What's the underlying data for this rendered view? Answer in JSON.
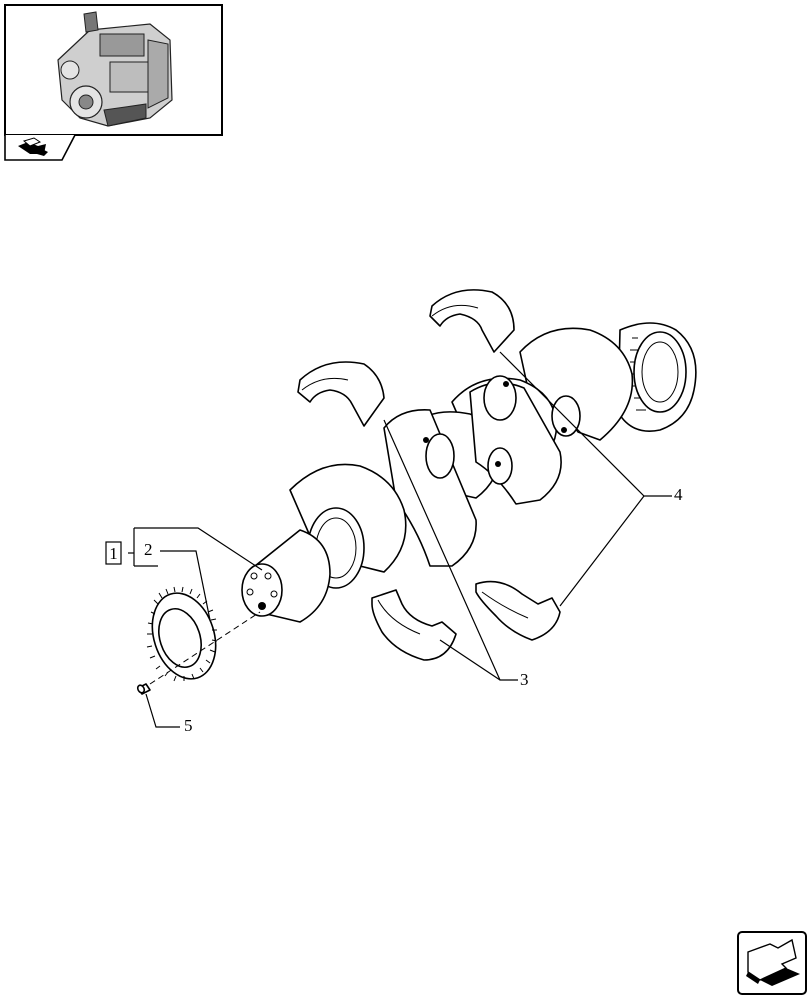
{
  "callouts": {
    "assembly": "1",
    "gear": "2",
    "main_bearings": "3",
    "rod_bearings": "4",
    "pin": "5"
  },
  "icons": {
    "thumbnail": "engine-thumbnail",
    "thumbnail_tab": "book-arrow-icon",
    "nav_button": "next-page-arrow-icon"
  }
}
